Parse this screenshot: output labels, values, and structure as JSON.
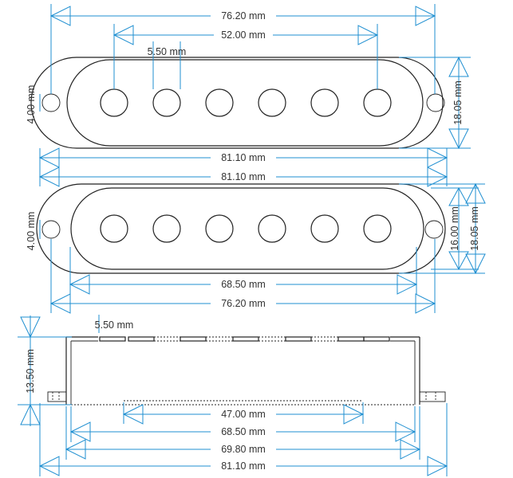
{
  "diagram": {
    "top_view": {
      "dim_overall_top": "76.20 mm",
      "dim_pole_span": "52.00 mm",
      "dim_pole_diameter": "5.50 mm",
      "dim_hole_diameter_1": "4.00 mm",
      "dim_height_1": "18.05 mm",
      "dim_overall_81_1": "81.10 mm",
      "dim_overall_81_2": "81.10 mm",
      "dim_hole_diameter_2": "4.00 mm",
      "dim_inner_height": "16.00 mm",
      "dim_height_2": "18.05 mm",
      "dim_inner_length": "68.50 mm",
      "dim_overall_bottom": "76.20 mm",
      "pole_count": 6
    },
    "side_view": {
      "dim_pole_diameter": "5.50 mm",
      "dim_height": "13.50 mm",
      "dim_base": "47.00 mm",
      "dim_inner": "68.50 mm",
      "dim_body": "69.80 mm",
      "dim_overall": "81.10 mm"
    },
    "colors": {
      "dimension": "#1f8fd1",
      "outline": "#222222"
    }
  }
}
